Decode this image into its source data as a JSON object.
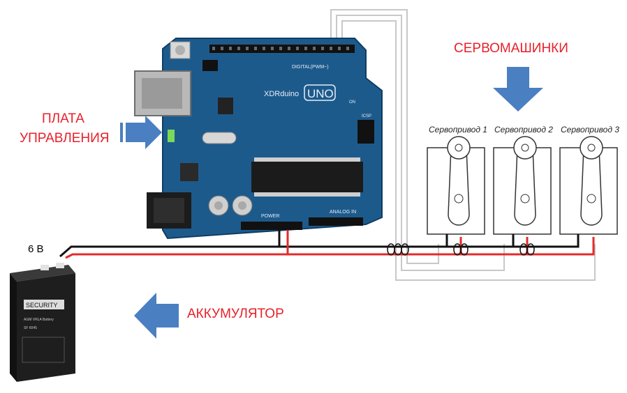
{
  "labels": {
    "control_board_line1": "ПЛАТА",
    "control_board_line2": "УПРАВЛЕНИЯ",
    "servos_title": "СЕРВОМАШИНКИ",
    "battery_label": "АККУМУЛЯТОР",
    "voltage": "6 В"
  },
  "servos": [
    "Сервопривод 1",
    "Сервопривод 2",
    "Сервопривод 3"
  ],
  "board_text": {
    "brand": "XDRduino",
    "model": "UNO",
    "digital": "DIGITAL(PWM~)",
    "power": "POWER",
    "analog": "ANALOG IN",
    "icsp": "ICSP",
    "on": "ON"
  },
  "battery_text": {
    "brand": "SECURITY",
    "spec": "AGM VRLA Battery",
    "model": "SF 6045"
  },
  "colors": {
    "label_red": "#e8202a",
    "arrow_blue": "#4a7fc1",
    "board_blue": "#1d5a8c",
    "wire_red": "#e32b2b",
    "wire_black": "#111111",
    "signal_wire": "#c8c8c8"
  }
}
